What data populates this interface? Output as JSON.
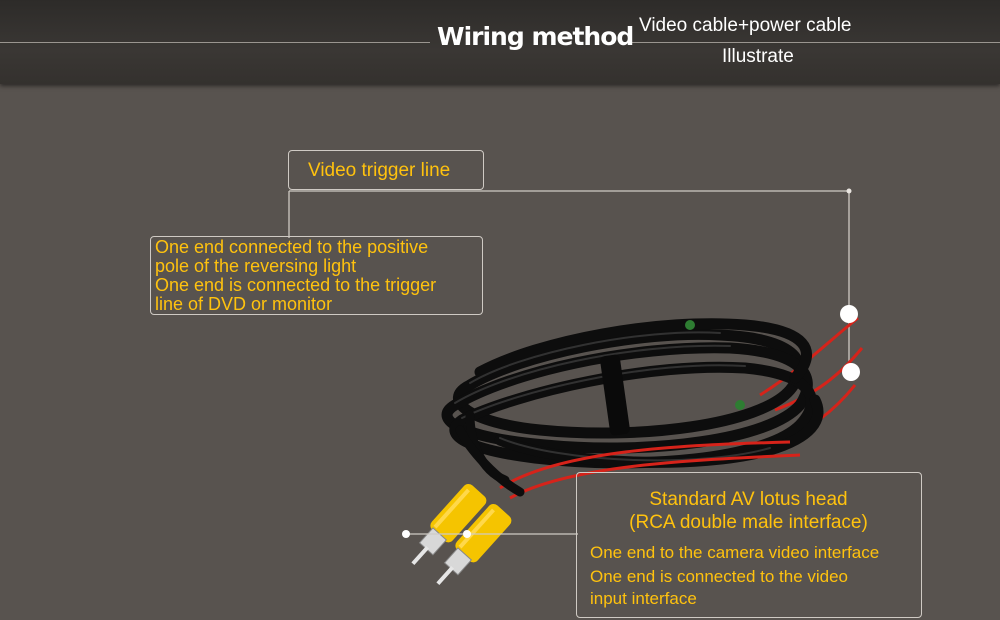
{
  "header": {
    "title": "Wiring method",
    "subtitle_line1": "Video cable+power cable",
    "subtitle_line2": "Illustrate"
  },
  "trigger_label": "Video trigger line",
  "trigger_description": [
    "One end connected to the positive",
    "pole of the reversing light",
    "One end is connected to the trigger",
    "line of DVD or monitor"
  ],
  "rca_box": {
    "title_line1": "Standard AV lotus head",
    "title_line2": "(RCA double male interface)",
    "description": [
      "One end to the camera video interface",
      "One end is connected to the video",
      "input interface"
    ]
  },
  "colors": {
    "background": "#58534f",
    "header": "#34312e",
    "label_text": "#ffc20e",
    "connector_yellow": "#f5c400",
    "cable_black": "#141414",
    "wire_red": "#d6231a"
  }
}
